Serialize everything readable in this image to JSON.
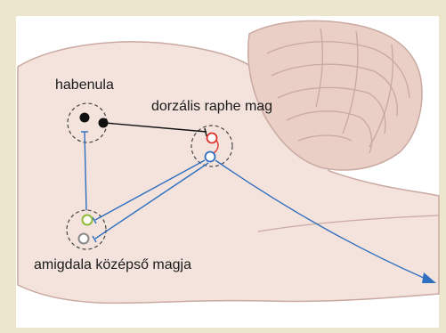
{
  "labels": {
    "habenula": "habenula",
    "raphe": "dorzális raphe mag",
    "amygdala": "amigdala középső magja"
  },
  "colors": {
    "background": "#ece6cf",
    "panel": "#ffffff",
    "brain_fill": "#f3e3dc",
    "brain_stroke": "#c9a9a1",
    "cerebellum_fill": "#e9cfc6",
    "projection": "#2f6fbf",
    "habenula_neurons": "#111111",
    "raphe_neuron_red": "#e0302a",
    "raphe_neuron_blue": "#2f6fbf",
    "amygdala_neuron_green": "#8dbb3a",
    "amygdala_neuron_gray": "#8a8a8a"
  }
}
